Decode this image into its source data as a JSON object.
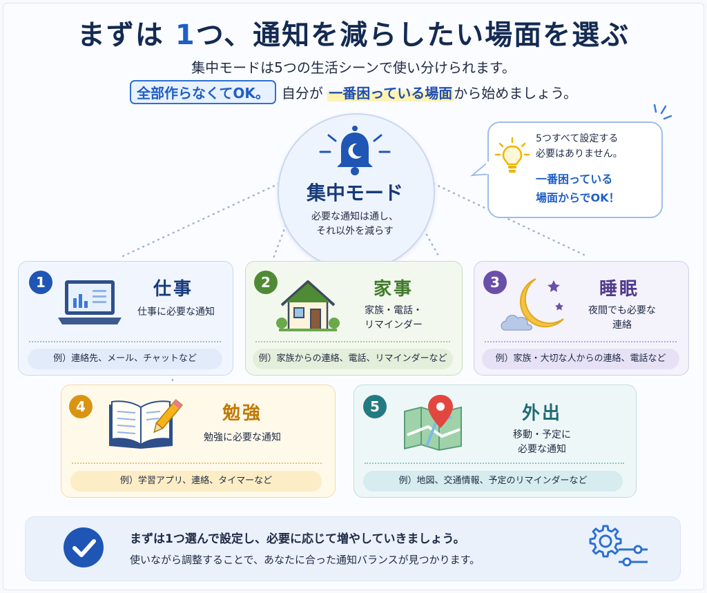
{
  "title": {
    "prefix": "まずは ",
    "num": "1",
    "suffix": "つ、通知を減らしたい場面を選ぶ"
  },
  "subtitle": {
    "line1": "集中モードは5つの生活シーンで使い分けられます。",
    "pill": "全部作らなくてOK。",
    "mid": "自分が",
    "highlight": "一番困っている場面",
    "end": "から始めましょう。"
  },
  "center": {
    "title": "集中モード",
    "desc1": "必要な通知は通し、",
    "desc2": "それ以外を減らす"
  },
  "bubble": {
    "line1": "5つすべて設定する",
    "line2": "必要はありません。",
    "emph1": "一番困っている",
    "emph2": "場面からでOK！"
  },
  "cards": [
    {
      "num": "1",
      "title": "仕事",
      "desc1": "仕事に必要な通知",
      "desc2": "",
      "example": "例）連絡先、メール、チャットなど",
      "icon": "laptop-chart-icon",
      "color": "#1f55b5"
    },
    {
      "num": "2",
      "title": "家事",
      "desc1": "家族・電話・",
      "desc2": "リマインダー",
      "example": "例）家族からの連絡、電話、リマインダーなど",
      "icon": "house-icon",
      "color": "#4f8a35"
    },
    {
      "num": "3",
      "title": "睡眠",
      "desc1": "夜間でも必要な",
      "desc2": "連絡",
      "example": "例）家族・大切な人からの連絡、電話など",
      "icon": "moon-cloud-icon",
      "color": "#6a4fa8"
    },
    {
      "num": "4",
      "title": "勉強",
      "desc1": "勉強に必要な通知",
      "desc2": "",
      "example": "例）学習アプリ、連絡、タイマーなど",
      "icon": "book-pencil-icon",
      "color": "#d99411"
    },
    {
      "num": "5",
      "title": "外出",
      "desc1": "移動・予定に",
      "desc2": "必要な通知",
      "example": "例）地図、交通情報、予定のリマインダーなど",
      "icon": "map-pin-icon",
      "color": "#237a80"
    }
  ],
  "bottom": {
    "line1": "まずは1つ選んで設定し、必要に応じて増やしていきましょう。",
    "line2": "使いながら調整することで、あなたに合った通知バランスが見つかります。"
  },
  "icons": {
    "center": "bell-moon-icon",
    "bubble": "lightbulb-icon",
    "bottom_left": "check-icon",
    "bottom_right": "gear-sliders-icon"
  }
}
